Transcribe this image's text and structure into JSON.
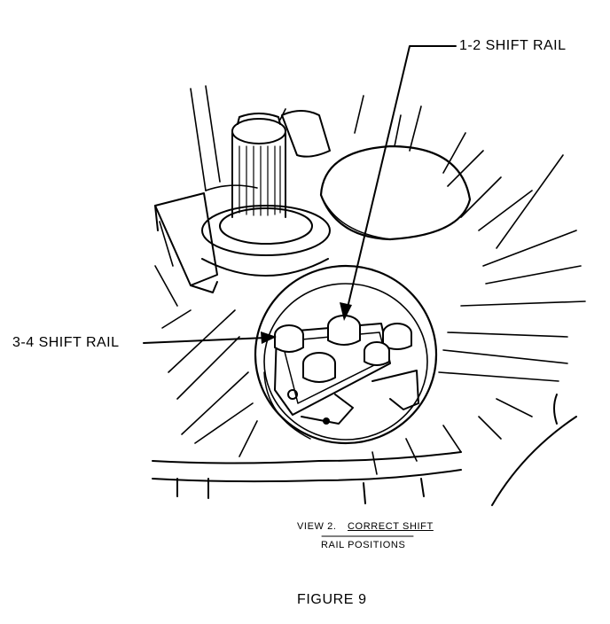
{
  "labels": {
    "shift_rail_12": "1-2 SHIFT RAIL",
    "shift_rail_34": "3-4 SHIFT RAIL"
  },
  "caption": {
    "line1_prefix": "VIEW 2.",
    "line1_rest": "CORRECT SHIFT",
    "line2": "RAIL POSITIONS"
  },
  "figure_title": "FIGURE 9"
}
